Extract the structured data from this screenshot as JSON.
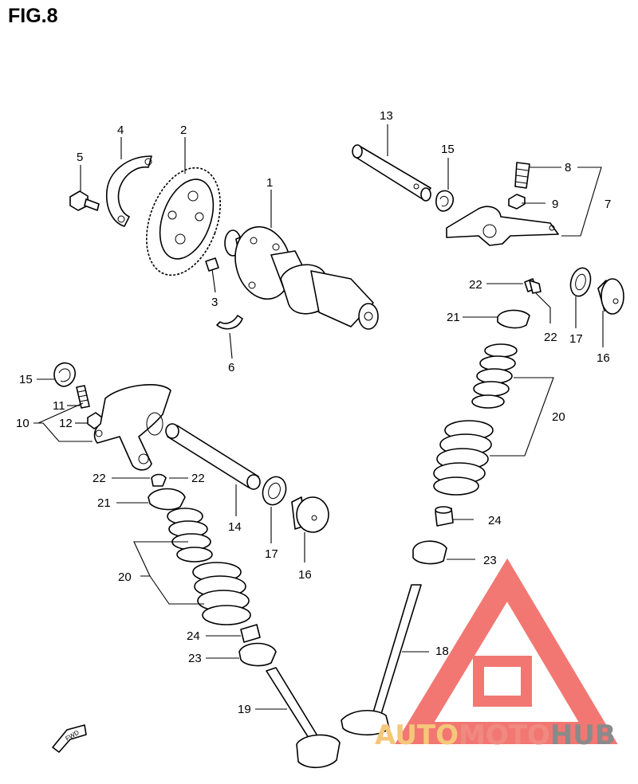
{
  "figure": {
    "title": "FIG.8"
  },
  "watermark": {
    "brand_parts": [
      "AUTO",
      "MOTO",
      "HUB"
    ],
    "colors": {
      "auto": "#f5c77a",
      "moto": "#f08a80",
      "hub": "#8a8a8a",
      "logo": "#f0605a"
    }
  },
  "fwd_badge": "FWD",
  "callouts": {
    "c1": "1",
    "c2": "2",
    "c3": "3",
    "c4": "4",
    "c5": "5",
    "c6": "6",
    "c7": "7",
    "c8": "8",
    "c9": "9",
    "c10": "10",
    "c11": "11",
    "c12": "12",
    "c13": "13",
    "c14": "14",
    "c15a": "15",
    "c15b": "15",
    "c16a": "16",
    "c16b": "16",
    "c17a": "17",
    "c17b": "17",
    "c18": "18",
    "c19": "19",
    "c20a": "20",
    "c20b": "20",
    "c21a": "21",
    "c21b": "21",
    "c22a": "22",
    "c22b": "22",
    "c22c": "22",
    "c22d": "22",
    "c23a": "23",
    "c23b": "23",
    "c24a": "24",
    "c24b": "24"
  }
}
